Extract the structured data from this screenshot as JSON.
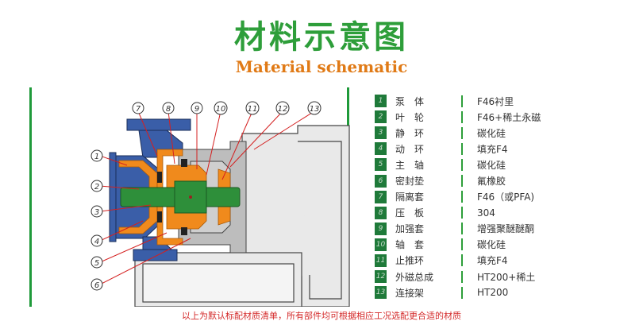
{
  "header": {
    "title_cn": "材料示意图",
    "title_en": "Material schematic"
  },
  "diagram": {
    "callouts": [
      "1",
      "2",
      "3",
      "4",
      "5",
      "6",
      "7",
      "8",
      "9",
      "10",
      "11",
      "12",
      "13"
    ],
    "colors": {
      "blue": "#3a5ea8",
      "orange": "#f08a1c",
      "green": "#2e8f3a",
      "gray": "#c9c9c9",
      "red_leader": "#d42020"
    }
  },
  "parts": [
    {
      "no": "1",
      "name": "泵　体",
      "material": "F46衬里"
    },
    {
      "no": "2",
      "name": "叶　轮",
      "material": "F46+稀土永磁"
    },
    {
      "no": "3",
      "name": "静　环",
      "material": "碳化硅"
    },
    {
      "no": "4",
      "name": "动　环",
      "material": "填充F4"
    },
    {
      "no": "5",
      "name": "主　轴",
      "material": "碳化硅"
    },
    {
      "no": "6",
      "name": "密封垫",
      "material": "氟橡胶"
    },
    {
      "no": "7",
      "name": "隔离套",
      "material": "F46（或PFA)"
    },
    {
      "no": "8",
      "name": "压　板",
      "material": "304"
    },
    {
      "no": "9",
      "name": "加强套",
      "material": "增强聚醚醚酮"
    },
    {
      "no": "10",
      "name": "轴　套",
      "material": "碳化硅"
    },
    {
      "no": "11",
      "name": "止推环",
      "material": "填充F4"
    },
    {
      "no": "12",
      "name": "外磁总成",
      "material": "HT200+稀土"
    },
    {
      "no": "13",
      "name": "连接架",
      "material": "HT200"
    }
  ],
  "footnote": "以上为默认标配材质清单，所有部件均可根据相应工况选配更合适的材质"
}
